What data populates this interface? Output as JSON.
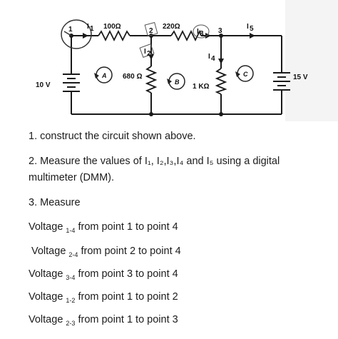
{
  "circuit": {
    "sources": {
      "left": "10 V",
      "right": "15 V"
    },
    "resistors": {
      "r1": "100Ω",
      "r2": "220Ω",
      "r3": "680 Ω",
      "r4": "1 KΩ"
    },
    "nodes": {
      "n1": "1",
      "n2": "2",
      "n3": "3"
    },
    "currents": {
      "i1": "I",
      "i1_sub": "1",
      "i2": "I",
      "i2_sub": "2",
      "i3": "I",
      "i3_sub": "3",
      "i4": "I",
      "i4_sub": "4",
      "i5": "I",
      "i5_sub": "5"
    },
    "meshes": {
      "a": "A",
      "b": "B",
      "c": "C"
    }
  },
  "questions": {
    "q1": "1. construct the circuit shown above.",
    "q2_line1": "2. Measure the values  of I₁, I₂,I₃,I₄ and I₅ using a digital",
    "q2_line2": "multimeter (DMM).",
    "q3": "3. Measure",
    "measurements": [
      {
        "prefix": "Voltage ",
        "sub": "1-4",
        "text": " from point 1 to point 4"
      },
      {
        "prefix": "Voltage ",
        "sub": "2-4",
        "text": " from point 2 to point 4"
      },
      {
        "prefix": "Voltage ",
        "sub": "3-4",
        "text": " from point 3 to point 4"
      },
      {
        "prefix": "Voltage ",
        "sub": "1-2",
        "text": " from point 1 to point 2"
      },
      {
        "prefix": "Voltage ",
        "sub": "2-3",
        "text": " from point 1 to point 3"
      }
    ]
  }
}
